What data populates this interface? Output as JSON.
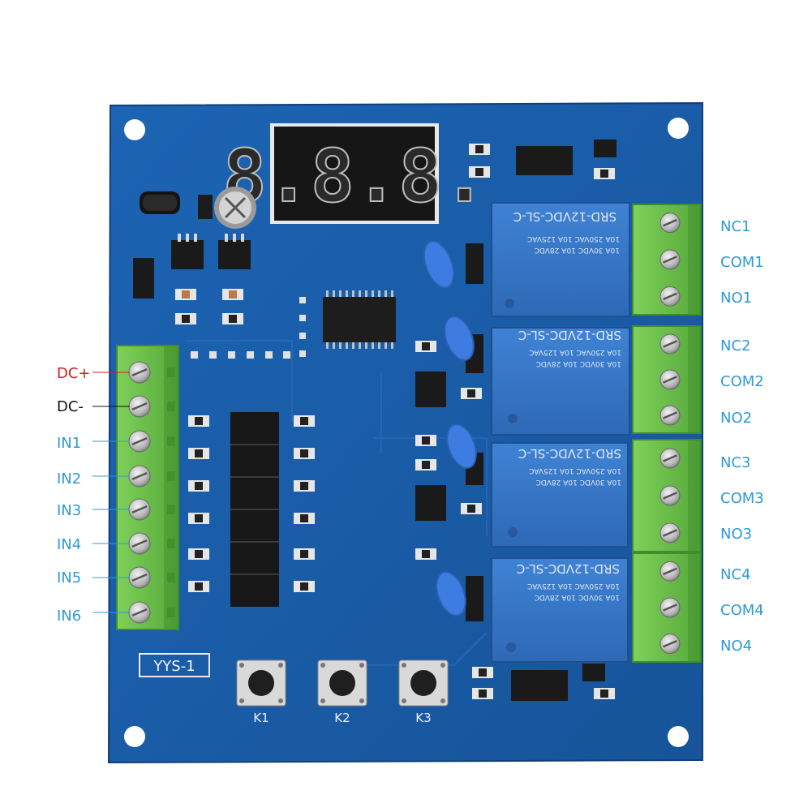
{
  "colors": {
    "pcb": "#1a5fae",
    "pcb_dark": "#14498a",
    "terminal": "#6cc04a",
    "terminal_dark": "#3f8e2b",
    "relay": "#3576c8",
    "relay_dark": "#245a9e",
    "label_blue": "#2e9ad6",
    "label_red": "#d41c1c",
    "label_black": "#111111",
    "display_digit": "#c8c8c8"
  },
  "board": {
    "model": "YYS-1",
    "display_digits": "8.8.8.",
    "relays": [
      {
        "model": "SRD-12VDC-SL-C",
        "rating1": "10A 250VAC 10A 125VAC",
        "rating2": "10A 30VDC 10A 28VDC"
      },
      {
        "model": "SRD-12VDC-SL-C",
        "rating1": "10A 250VAC 10A 125VAC",
        "rating2": "10A 30VDC 10A 28VDC"
      },
      {
        "model": "SRD-12VDC-SL-C",
        "rating1": "10A 250VAC 10A 125VAC",
        "rating2": "10A 30VDC 10A 28VDC"
      },
      {
        "model": "SRD-12VDC-SL-C",
        "rating1": "10A 250VAC 10A 125VAC",
        "rating2": "10A 30VDC 10A 28VDC"
      }
    ],
    "buttons": [
      {
        "label": "K1"
      },
      {
        "label": "K2"
      },
      {
        "label": "K3"
      }
    ]
  },
  "input_labels": [
    {
      "text": "DC+",
      "color": "red"
    },
    {
      "text": "DC-",
      "color": "black"
    },
    {
      "text": "IN1",
      "color": "blue"
    },
    {
      "text": "IN2",
      "color": "blue"
    },
    {
      "text": "IN3",
      "color": "blue"
    },
    {
      "text": "IN4",
      "color": "blue"
    },
    {
      "text": "IN5",
      "color": "blue"
    },
    {
      "text": "IN6",
      "color": "blue"
    }
  ],
  "output_labels": [
    "NC1",
    "COM1",
    "NO1",
    "NC2",
    "COM2",
    "NO2",
    "NC3",
    "COM3",
    "NO3",
    "NC4",
    "COM4",
    "NO4"
  ]
}
